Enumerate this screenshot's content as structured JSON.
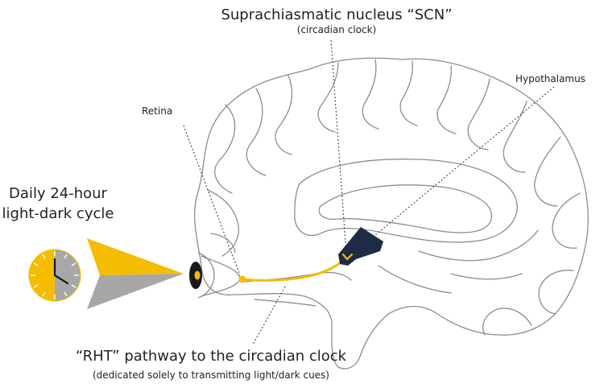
{
  "labels": {
    "scn_title": "Suprachiasmatic nucleus “SCN”",
    "scn_subtitle": "(circadian clock)",
    "hypothalamus": "Hypothalamus",
    "retina": "Retina",
    "daily_line1": "Daily 24-hour",
    "daily_line2": "light-dark cycle",
    "rht_title": "“RHT” pathway to the circadian clock",
    "rht_subtitle": "(dedicated solely to transmitting light/dark cues)"
  },
  "colors": {
    "light": "#f5bd02",
    "dark": "#a7a7a7",
    "scn": "#1f2a44",
    "brain_outline": "#8c8c8c",
    "eye": "#1a1a1a",
    "leader_lines": "#333333"
  },
  "icons": {
    "clock": "clock-icon",
    "eye": "eye-icon",
    "light": "light-arrow",
    "dark": "dark-arrow"
  }
}
